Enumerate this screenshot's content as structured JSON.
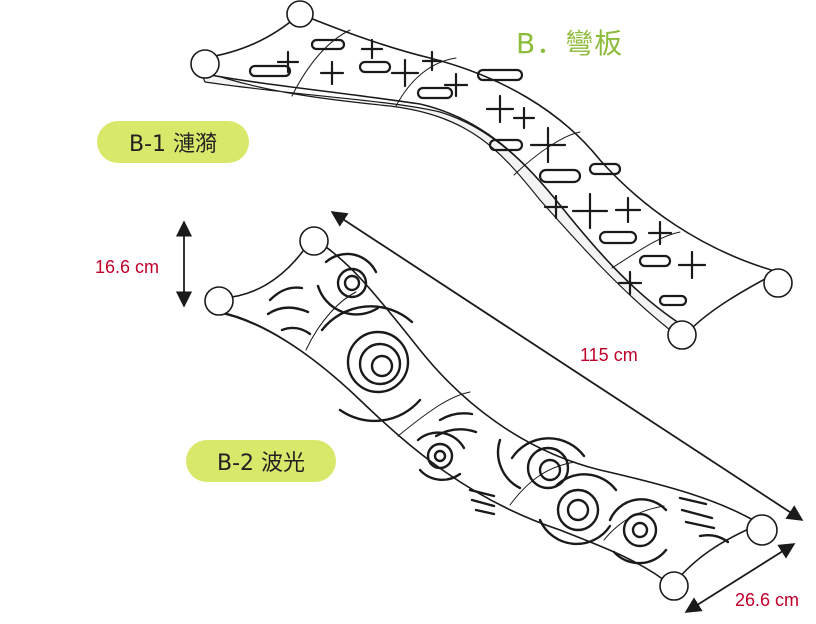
{
  "title": "B．彎板",
  "labels": {
    "b1": "B-1 漣漪",
    "b2": "B-2 波光"
  },
  "dimensions": {
    "height": "16.6 cm",
    "length": "115 cm",
    "width": "26.6 cm"
  },
  "colors": {
    "title": "#8dbb3a",
    "pill": "#d7e86a",
    "dimension_text": "#c0002a",
    "outline": "#1a1a1a"
  }
}
